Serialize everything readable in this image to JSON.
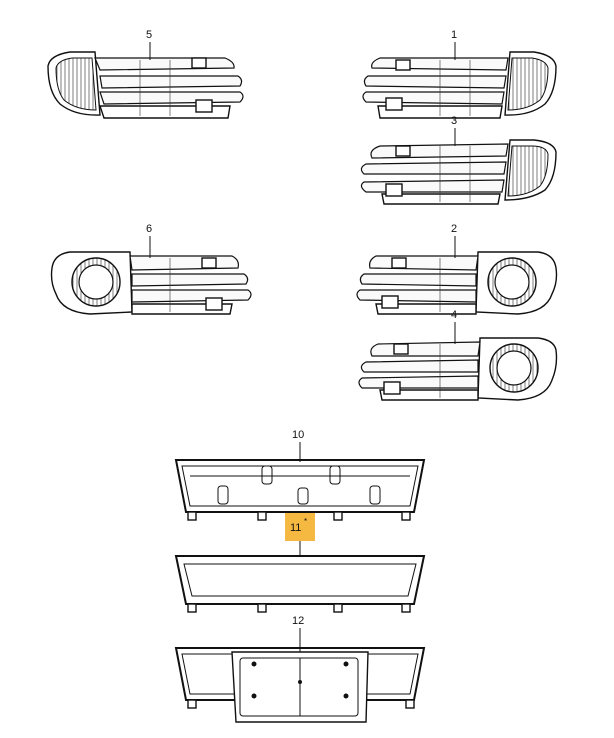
{
  "diagram": {
    "callouts": [
      {
        "id": "c1",
        "label": "1"
      },
      {
        "id": "c2",
        "label": "2"
      },
      {
        "id": "c3",
        "label": "3"
      },
      {
        "id": "c4",
        "label": "4"
      },
      {
        "id": "c5",
        "label": "5"
      },
      {
        "id": "c6",
        "label": "6"
      },
      {
        "id": "c10",
        "label": "10"
      },
      {
        "id": "c11",
        "label": "11",
        "superscript": "*",
        "highlight_color": "#f5b942"
      },
      {
        "id": "c12",
        "label": "12"
      }
    ],
    "colors": {
      "line": "#111111",
      "highlight": "#f5b942",
      "background": "#ffffff"
    }
  }
}
